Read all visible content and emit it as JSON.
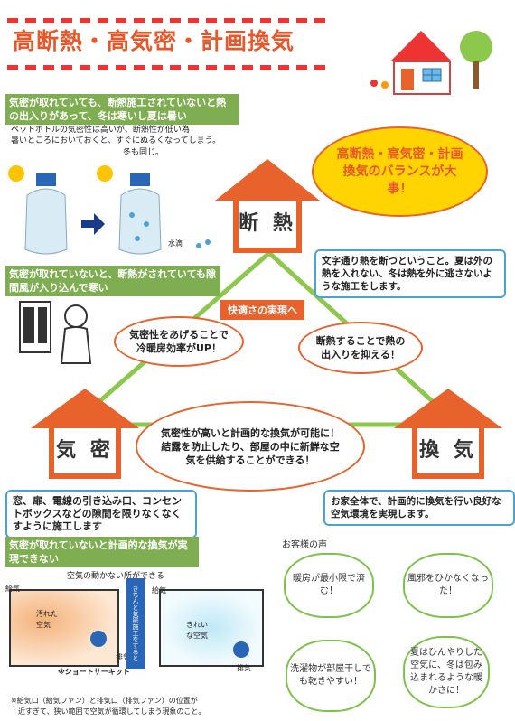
{
  "title": "高断熱・高気密・計画換気",
  "colors": {
    "accent": "#e8622c",
    "green": "#7fae52",
    "blue": "#4aa3d8",
    "yellow": "#ffd400"
  },
  "section1": {
    "heading": "気密が取れていても、断熱施工されていないと熱の出入りがあって、冬は寒いし夏は暑い",
    "text1": "ペットボトルの気密性は高いが、断熱性が低い為",
    "text2": "暑いところにおいておくと、すぐにぬるくなってしまう。",
    "text3": "冬も同じ。",
    "condensation": "水滴"
  },
  "balance_bubble": "高断熱・高気密・計画換気のバランスが大事！",
  "houses": {
    "dannetsu": "断 熱",
    "kimitsu": "気 密",
    "kanki": "換 気"
  },
  "section2": {
    "heading": "気密が取れていないと、断熱がされていても隙間風が入り込んで寒い"
  },
  "dannetsu_box": "文字通り熱を断つということ。夏は外の熱を入れない、冬は熱を外に逃さないような施工をします。",
  "center_label": "快適さの実現へ",
  "left_ellipse": "気密性をあげることで冷暖房効率がUP！",
  "right_ellipse": "断熱することで熱の出入りを抑える！",
  "center_ellipse": "気密性が高いと計画的な換気が可能に！結露を防止したり、部屋の中に新鮮な空気を供給することができる！",
  "kimitsu_box": "窓、扉、電線の引き込み口、コンセントボックスなどの隙間を限りなくなくすように施工します",
  "kanki_box": "お家全体で、計画的に換気を行い良好な空気環境を実現します。",
  "section3": {
    "heading": "気密が取れていないと計画的な換気が実現できない",
    "stagnant": "空気の動かない所ができる",
    "intake": "給気",
    "exhaust": "排気",
    "dirty_air": "汚れた空気",
    "clean_air": "きれいな空気",
    "short_circuit": "※ショートサーキット",
    "construction": "きちんと気密施工をすると",
    "note1": "※給気口（給気ファン）と排気口（排気ファン）の位置が",
    "note2": "近すぎて、狭い範囲で空気が循環してしまう現象のこと。"
  },
  "voices": {
    "heading": "お客様の声",
    "items": [
      "暖房が最小限で済む！",
      "風邪をひかなくなった！",
      "洗濯物が部屋干しでも乾きやすい！",
      "夏はひんやりした空気に、冬は包み込まれるような暖かさに！"
    ]
  }
}
